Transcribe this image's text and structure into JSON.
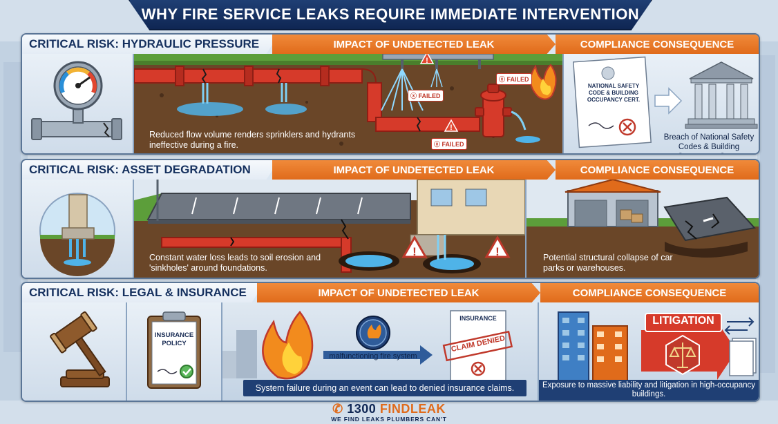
{
  "title": "WHY FIRE SERVICE LEAKS REQUIRE IMMEDIATE INTERVENTION",
  "rows": [
    {
      "risk_label": "CRITICAL RISK: HYDRAULIC PRESSURE",
      "impact_label": "IMPACT OF UNDETECTED LEAK",
      "compliance_label": "COMPLIANCE CONSEQUENCE",
      "impact_caption": "Reduced flow volume renders sprinklers and hydrants ineffective during a fire.",
      "failed_tags": [
        "FAILED",
        "FAILED",
        "FAILED"
      ],
      "certificate_text": "NATIONAL SAFETY CODE & BUILDING OCCUPANCY CERT.",
      "compliance_caption": "Breach of National Safety Codes & Building Occupancy Certs."
    },
    {
      "risk_label": "CRITICAL RISK: ASSET DEGRADATION",
      "impact_label": "IMPACT OF UNDETECTED LEAK",
      "compliance_label": "COMPLIANCE CONSEQUENCE",
      "impact_caption": "Constant water loss leads to soil erosion and 'sinkholes' around foundations.",
      "compliance_caption": "Potential structural collapse of car parks or warehouses."
    },
    {
      "risk_label": "CRITICAL RISK: LEGAL & INSURANCE",
      "impact_label": "IMPACT OF UNDETECTED LEAK",
      "compliance_label": "COMPLIANCE CONSEQUENCE",
      "policy_text": "INSURANCE POLICY",
      "malfunction_caption": "malfunctioning fire system",
      "claim_doc_title": "INSURANCE",
      "claim_stamp": "CLAIM DENIED",
      "impact_caption": "System failure during an event can lead to denied insurance claims.",
      "litigation_label": "LITIGATION",
      "compliance_caption": "Exposure to massive liability and litigation in high-occupancy buildings."
    }
  ],
  "footer": {
    "brand_number": "1300",
    "brand_name": "FINDLEAK",
    "slogan": "WE FIND LEAKS PLUMBERS CAN'T"
  },
  "colors": {
    "navy": "#0f2653",
    "orange": "#e06b1b",
    "pipe_red": "#d63a2a",
    "soil": "#5a3a22",
    "grass": "#5c9e3a",
    "water": "#4fb3e8"
  }
}
